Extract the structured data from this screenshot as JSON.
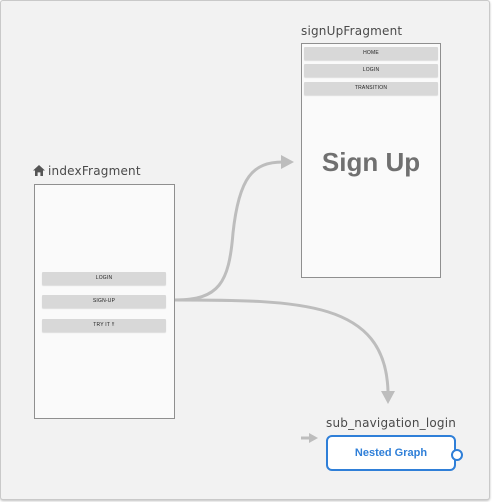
{
  "editor": {
    "destinations": {
      "index_fragment": {
        "label": "indexFragment",
        "is_start_destination": true,
        "buttons": [
          "LOGIN",
          "SIGN-UP",
          "TRY IT !!"
        ]
      },
      "sign_up_fragment": {
        "label": "signUpFragment",
        "buttons": [
          "HOME",
          "LOGIN",
          "TRANSITION"
        ],
        "screen_title": "Sign Up"
      },
      "sub_navigation_login": {
        "label": "sub_navigation_login",
        "node_text": "Nested Graph"
      }
    },
    "actions": [
      {
        "from": "indexFragment",
        "to": "signUpFragment"
      },
      {
        "from": "indexFragment",
        "to": "sub_navigation_login"
      }
    ],
    "colors": {
      "canvas_background": "#f2f2f2",
      "phone_frame": "#8f8f8f",
      "action_arrow": "#bdbdbd",
      "nested_graph_accent": "#2f7fd8",
      "screen_title": "#707070"
    },
    "icons": [
      "home-icon",
      "arrow-icon"
    ]
  }
}
